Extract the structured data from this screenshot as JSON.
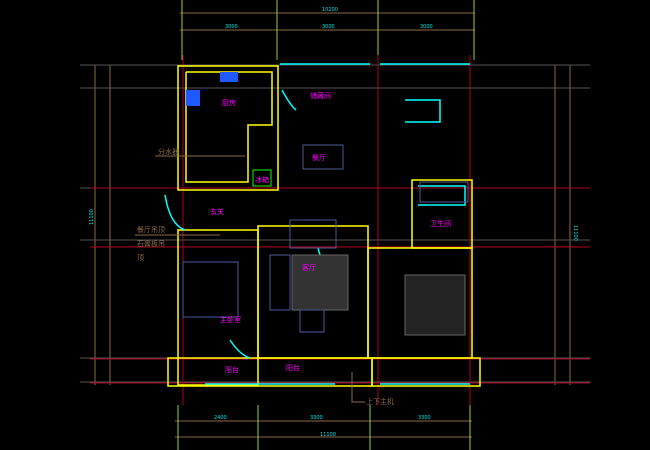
{
  "dimensions": {
    "top_total": "10200",
    "top_segments": [
      "3000",
      "3000",
      "3000"
    ],
    "bottom_segments": [
      "2400",
      "3300",
      "3300"
    ],
    "bottom_total": "11100",
    "left_total": "11100",
    "right_total": "11100"
  },
  "rooms": {
    "kitchen": "厨房",
    "storage": "储藏间",
    "dining": "餐厅",
    "fridge": "冰箱",
    "entry": "玄关",
    "bathroom": "卫生间",
    "bedroom_master": "主卧室",
    "living": "客厅",
    "balcony_left": "阳台",
    "balcony_right": "阳台"
  },
  "notes": {
    "water_distributor": "分水器",
    "ceiling_1": "餐厅吊顶",
    "ceiling_2": "石膏板吊",
    "ceiling_3": "顶",
    "host_unit": "上下主机"
  },
  "colors": {
    "wall": "#ffff00",
    "window": "#00ffff",
    "axis": "#b00020",
    "dim": "#9acd32",
    "label": "#ff00ff"
  }
}
